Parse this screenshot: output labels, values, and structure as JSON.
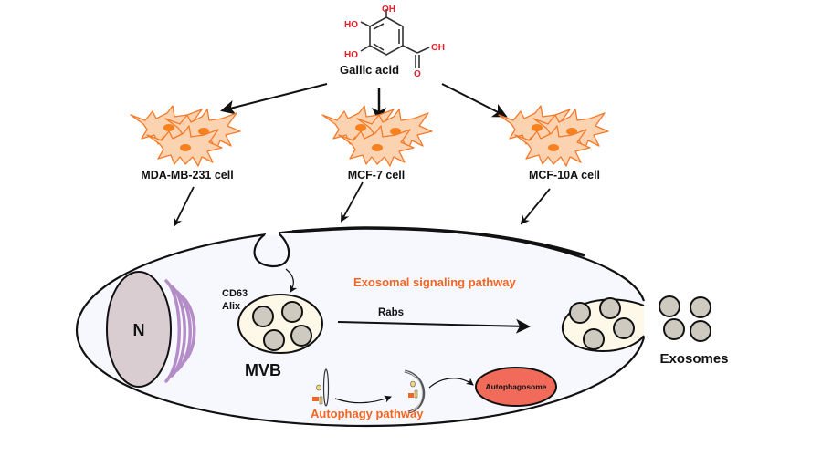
{
  "compound": {
    "name": "Gallic acid",
    "atom_labels": {
      "oh_top": "OH",
      "oh_left": "HO",
      "oh_bottom_left": "HO",
      "oh_acid": "OH",
      "o_carbonyl": "O"
    }
  },
  "cell_lines": [
    {
      "label": "MDA-MB-231 cell"
    },
    {
      "label": "MCF-7 cell"
    },
    {
      "label": "MCF-10A cell"
    }
  ],
  "cell": {
    "nucleus_label": "N",
    "markers": [
      "CD63",
      "Alix"
    ],
    "mvb_label": "MVB",
    "exosomal_pathway_label": "Exosomal signaling pathway",
    "rabs_label": "Rabs",
    "autophagy_pathway_label": "Autophagy pathway",
    "autophagosome_label": "Autophagosome",
    "exosomes_label": "Exosomes"
  },
  "colors": {
    "accent_orange": "#f26522",
    "cell_fill": "#f7f8fe",
    "nucleus_fill": "#d9cdd1",
    "golgi": "#b48cc8",
    "mvb_fill": "#fdf8e8",
    "vesicle_fill": "#cfcac0",
    "autophagosome_fill": "#f26a5a",
    "cancer_cell_fill": "#fcd3b0",
    "cancer_cell_stroke": "#f47a2a",
    "chem_red": "#e0202a"
  }
}
